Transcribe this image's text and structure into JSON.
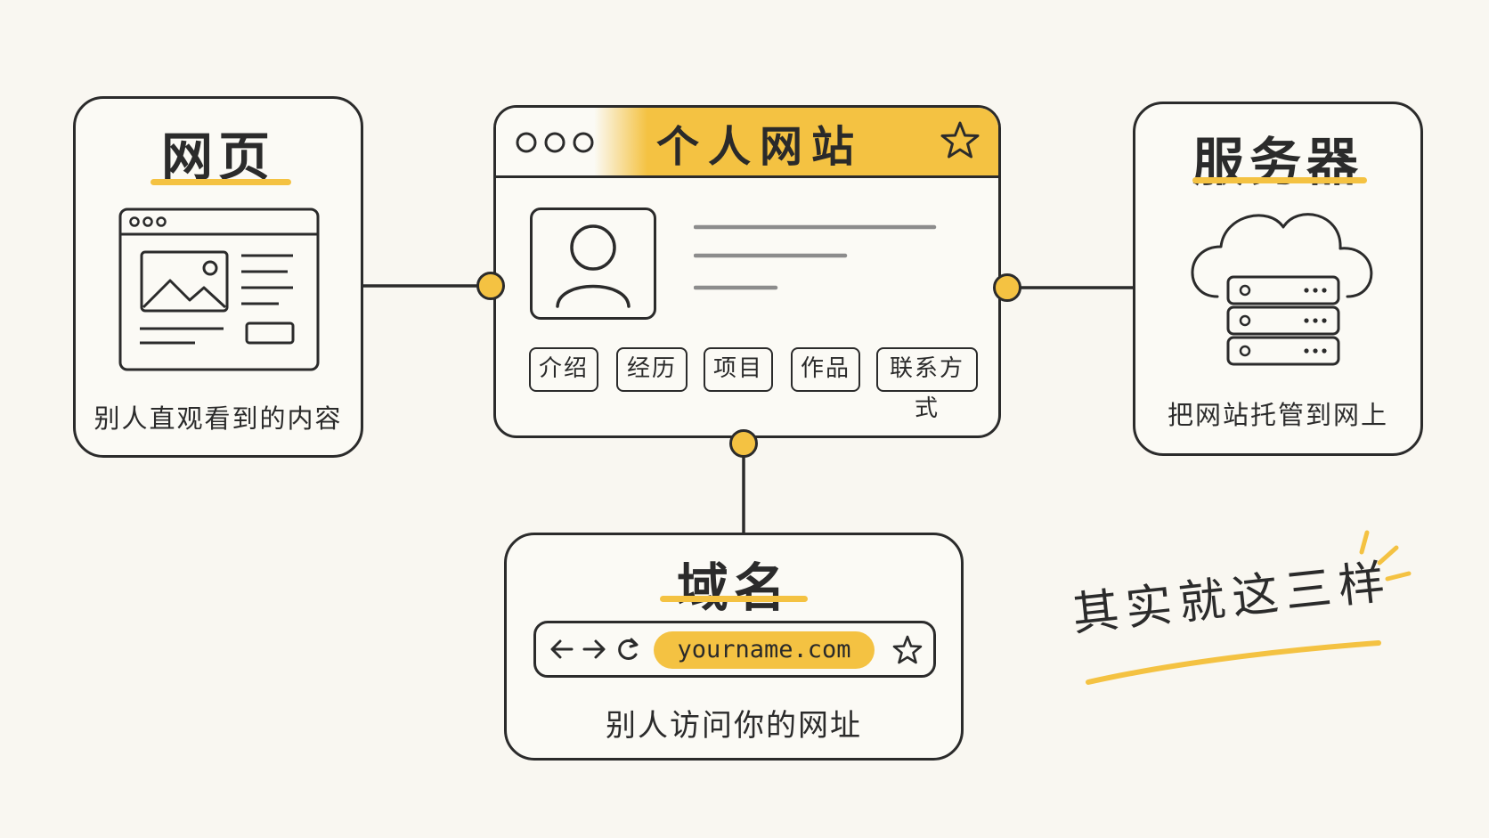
{
  "webpage": {
    "title": "网页",
    "caption": "别人直观看到的内容"
  },
  "site": {
    "title": "个人网站",
    "tabs": [
      "介绍",
      "经历",
      "项目",
      "作品",
      "联系方式"
    ]
  },
  "server": {
    "title": "服务器",
    "caption": "把网站托管到网上"
  },
  "domain": {
    "title": "域名",
    "url": "yourname.com",
    "caption": "别人访问你的网址"
  },
  "summary": "其实就这三样",
  "colors": {
    "accent": "#f4c242",
    "ink": "#2b2b2b",
    "background": "#f9f7f1"
  }
}
